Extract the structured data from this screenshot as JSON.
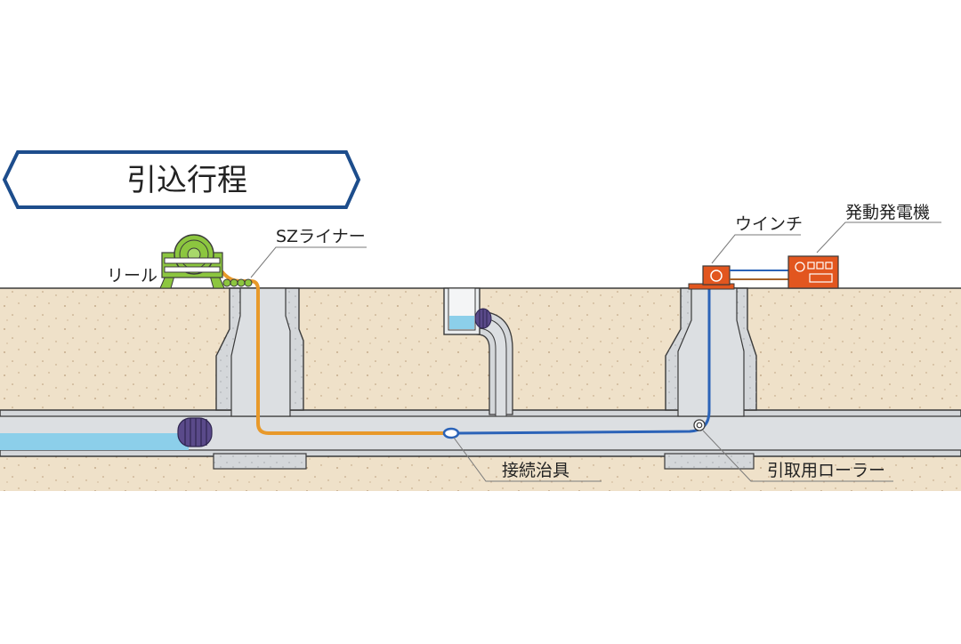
{
  "title": "引込行程",
  "labels": {
    "reel": "リール",
    "liner": "SZライナー",
    "winch": "ウインチ",
    "generator": "発動発電機",
    "connector": "接続治具",
    "roller": "引取用ローラー"
  },
  "colors": {
    "title_border": "#1d4d8c",
    "soil": "#efe1c9",
    "soil_dots": "#b89b78",
    "concrete": "#d4d7da",
    "pipe_interior": "#dcdfe2",
    "outline": "#3a3a3a",
    "water": "#8ccfea",
    "liner_orange": "#e8992a",
    "cable_blue": "#2b63b8",
    "reel_green": "#8cc63f",
    "plug_purple": "#5a4a8a",
    "winch_red": "#e2561f",
    "leader_line": "#7a7a7a"
  }
}
